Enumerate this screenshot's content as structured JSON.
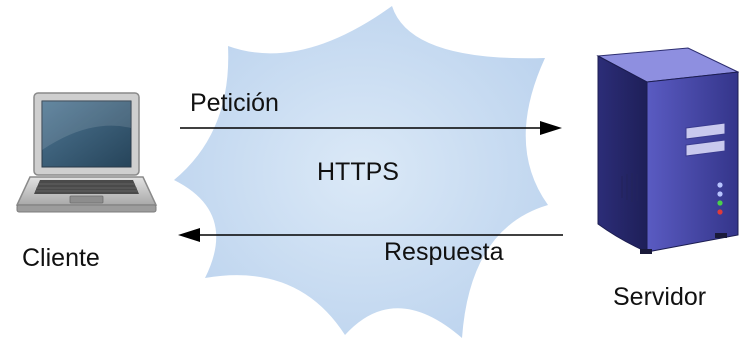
{
  "diagram": {
    "request_label": "Petición",
    "protocol_label": "HTTPS",
    "response_label": "Respuesta",
    "client_label": "Cliente",
    "server_label": "Servidor"
  },
  "icons": {
    "client": "laptop-icon",
    "server": "server-tower-icon",
    "network": "cloud-icon"
  },
  "colors": {
    "cloud": "#cfe2f5",
    "arrow": "#000000",
    "laptop_body": "#c9c9c9",
    "laptop_screen": "#34566f",
    "server_body": "#3e3f9c"
  }
}
